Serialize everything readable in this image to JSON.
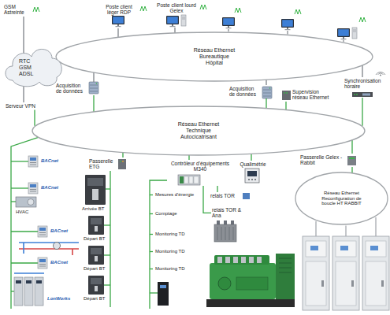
{
  "diagram": {
    "nodes": [
      {
        "text": [
          "Réseau Ethernet Bureautique Hôpital"
        ]
      },
      {
        "text": [
          "Réseau Ethernet Technique Autocicatrisant"
        ]
      },
      {
        "text": [
          "Réseau Ethernet Reconfiguration de boucle HT RABBIT"
        ]
      },
      {
        "text": [
          "RTC GSM ADSL"
        ]
      },
      {
        "text": [
          "GSM Astreinte"
        ]
      },
      {
        "text": [
          "Poste client léger RDP"
        ]
      },
      {
        "text": [
          "Poste client lourd Gelex"
        ]
      },
      {
        "text": [
          "Acquisition de données"
        ]
      },
      {
        "text": [
          "Acquisition de données"
        ]
      },
      {
        "text": [
          "Supervision réseau Ethernet"
        ]
      },
      {
        "text": [
          "Synchronisation horaire"
        ]
      },
      {
        "text": [
          "Serveur VPN"
        ]
      },
      {
        "text": [
          "Passerelle Gelex - Rabbit"
        ]
      },
      {
        "text": [
          "Passerelle ETG"
        ]
      },
      {
        "text": [
          "Contrôleur d'équipements M340"
        ]
      },
      {
        "text": [
          "Qualimétrie"
        ]
      },
      {
        "text": [
          "relais TOR"
        ]
      },
      {
        "text": [
          "relais TOR & Ana"
        ]
      }
    ],
    "edges": [
      {
        "from": 4,
        "to": 3,
        "arrow": "none"
      },
      {
        "from": 3,
        "to": 11,
        "arrow": "none"
      },
      {
        "from": 11,
        "to": 1,
        "arrow": "none"
      },
      {
        "from": 5,
        "to": 0,
        "arrow": "none"
      },
      {
        "from": 6,
        "to": 0,
        "arrow": "none"
      },
      {
        "from": 7,
        "to": 0,
        "arrow": "none"
      },
      {
        "from": 7,
        "to": 1,
        "arrow": "none"
      },
      {
        "from": 8,
        "to": 0,
        "arrow": "none"
      },
      {
        "from": 8,
        "to": 1,
        "arrow": "none"
      },
      {
        "from": 9,
        "to": 1,
        "arrow": "none"
      },
      {
        "from": 10,
        "to": 0,
        "arrow": "none"
      },
      {
        "from": 10,
        "to": 1,
        "arrow": "none"
      },
      {
        "from": 12,
        "to": 1,
        "arrow": "none"
      },
      {
        "from": 12,
        "to": 2,
        "arrow": "none"
      },
      {
        "from": 13,
        "to": 1,
        "arrow": "none"
      },
      {
        "from": 14,
        "to": 1,
        "arrow": "none"
      },
      {
        "from": 15,
        "to": 1,
        "arrow": "none"
      },
      {
        "from": 14,
        "to": 16,
        "arrow": "none"
      },
      {
        "from": 14,
        "to": 17,
        "arrow": "none"
      }
    ],
    "labels": [
      "BACnet",
      "BACnet",
      "HVAC",
      "BACnet",
      "BACnet",
      "LonWorks",
      "Arrivée BT",
      "Départ BT",
      "Départ BT",
      "Départ BT",
      "Mesures d'énergie",
      "Comptage",
      "Monitoring TD",
      "Monitoring TD",
      "Monitoring TD"
    ]
  }
}
